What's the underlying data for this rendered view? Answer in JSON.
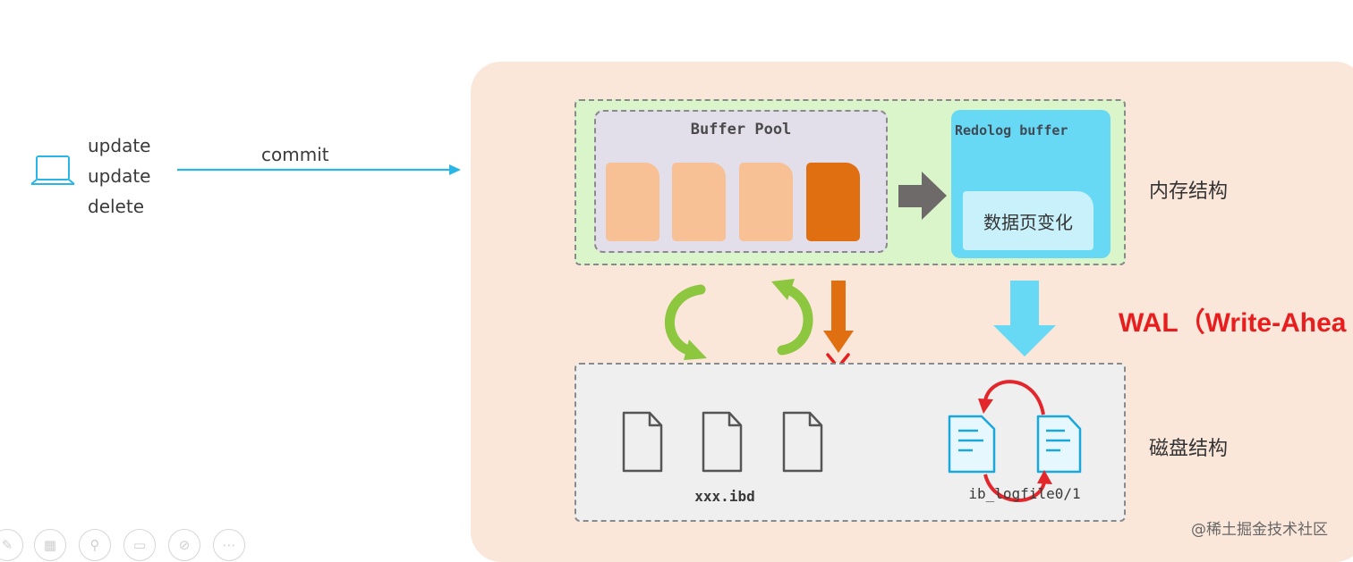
{
  "client": {
    "statements": [
      "update",
      "update",
      "delete"
    ],
    "commit_label": "commit",
    "icon": "laptop-icon"
  },
  "memory": {
    "label": "内存结构",
    "buffer_pool_title": "Buffer Pool",
    "redolog_title": "Redolog buffer",
    "redolog_content": "数据页变化",
    "pages": [
      "clean-page",
      "clean-page",
      "clean-page",
      "dirty-page"
    ]
  },
  "wal_label": "WAL（Write-Ahea",
  "disk": {
    "label": "磁盘结构",
    "ibd_label": "xxx.ibd",
    "logfile_label": "ib_logfile0/1"
  },
  "watermark": "@稀土掘金技术社区",
  "toolbar": [
    "pen-icon",
    "pages-icon",
    "zoom-icon",
    "slide-icon",
    "camera-off-icon",
    "more-icon"
  ],
  "colors": {
    "client_arrow": "#29b6e6",
    "panel": "#fbe6da",
    "memory_region": "#d9f5c9",
    "clean_page": "#f7c095",
    "dirty_page": "#e06f12",
    "redolog": "#67d9f5",
    "wal": "#e81e1e",
    "sync_arrows": "#8dc63f",
    "cycle_arrows": "#e3262b"
  }
}
